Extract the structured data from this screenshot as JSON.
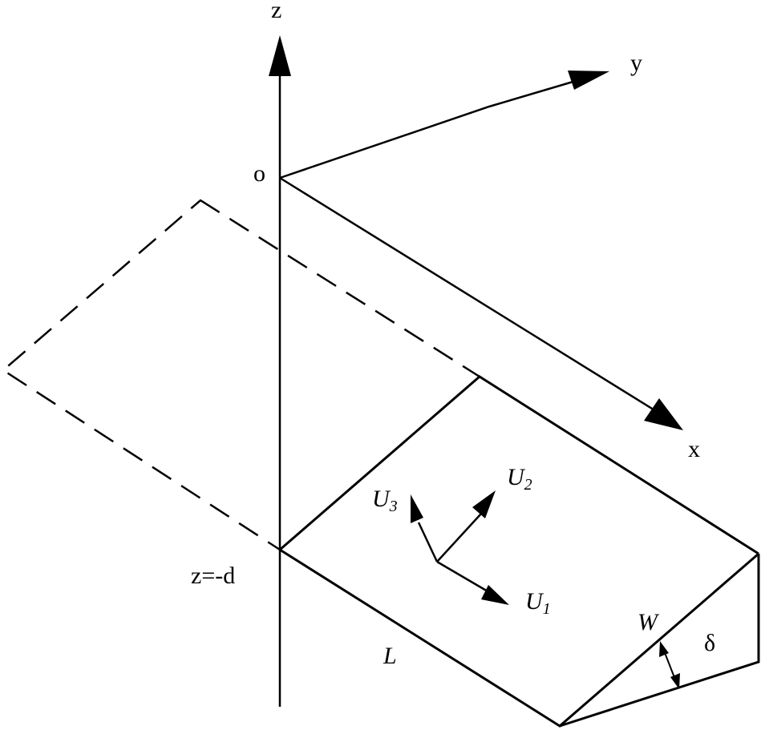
{
  "labels": {
    "z": "z",
    "y": "y",
    "x": "x",
    "origin": "o",
    "depth": "z=-d",
    "u1_main": "U",
    "u1_sub": "1",
    "u2_main": "U",
    "u2_sub": "2",
    "u3_main": "U",
    "u3_sub": "3",
    "length": "L",
    "width": "W",
    "angle": "δ"
  },
  "colors": {
    "stroke": "#000000",
    "background": "#ffffff"
  }
}
